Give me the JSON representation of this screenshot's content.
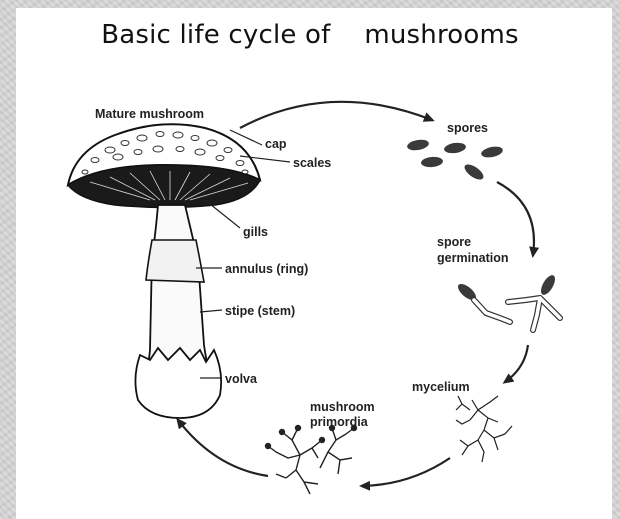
{
  "title": "Basic life cycle of    mushrooms",
  "labels": {
    "mature_mushroom": "Mature mushroom",
    "cap": "cap",
    "scales": "scales",
    "gills": "gills",
    "annulus": "annulus (ring)",
    "stipe": "stipe (stem)",
    "volva": "volva",
    "spores": "spores",
    "spore_germination_1": "spore",
    "spore_germination_2": "germination",
    "mycelium": "mycelium",
    "primordia_1": "mushroom",
    "primordia_2": "primordia"
  },
  "colors": {
    "ink": "#222222",
    "spore": "#3a3a3a",
    "background": "#ffffff"
  }
}
